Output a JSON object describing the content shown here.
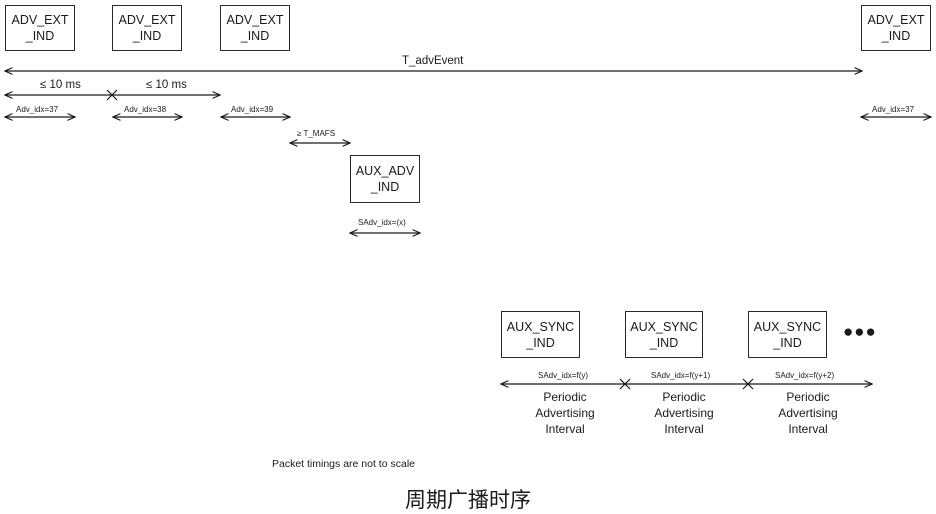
{
  "packets": {
    "adv_ext_1": "ADV_EXT\n_IND",
    "adv_ext_2": "ADV_EXT\n_IND",
    "adv_ext_3": "ADV_EXT\n_IND",
    "adv_ext_4": "ADV_EXT\n_IND",
    "aux_adv": "AUX_ADV\n_IND",
    "aux_sync_1": "AUX_SYNC\n_IND",
    "aux_sync_2": "AUX_SYNC\n_IND",
    "aux_sync_3": "AUX_SYNC\n_IND"
  },
  "labels": {
    "t_adv_event": "T_advEvent",
    "gap_1": "≤ 10 ms",
    "gap_2": "≤ 10 ms",
    "adv_idx_37": "Adv_idx=37",
    "adv_idx_38": "Adv_idx=38",
    "adv_idx_39": "Adv_idx=39",
    "adv_idx_37_next": "Adv_idx=37",
    "t_mafs": "≥ T_MAFS",
    "sadv_idx_x": "SAdv_idx=(x)",
    "sadv_idx_fy": "SAdv_idx=f(y)",
    "sadv_idx_fy1": "SAdv_idx=f(y+1)",
    "sadv_idx_fy2": "SAdv_idx=f(y+2)",
    "interval_1": "Periodic\nAdvertising\nInterval",
    "interval_2": "Periodic\nAdvertising\nInterval",
    "interval_3": "Periodic\nAdvertising\nInterval",
    "ellipsis": "●●●"
  },
  "note": "Packet timings are not to scale",
  "caption": "周期广播时序"
}
